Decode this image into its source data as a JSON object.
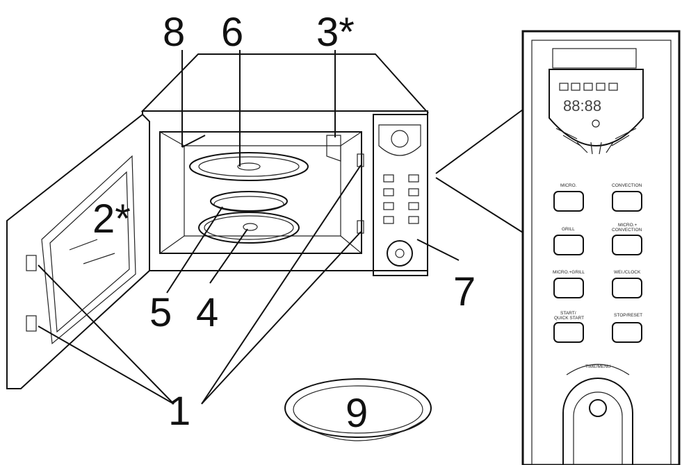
{
  "callouts": {
    "c1": "1",
    "c2": "2*",
    "c3": "3*",
    "c4": "4",
    "c5": "5",
    "c6": "6",
    "c7": "7",
    "c8": "8",
    "c9": "9"
  },
  "panel": {
    "buttons": [
      {
        "label": "MICRO."
      },
      {
        "label": "CONVECTION"
      },
      {
        "label": "GRILL"
      },
      {
        "label": "MICRO.+",
        "label2": "CONVECTION"
      },
      {
        "label": "MICRO.+GRILL"
      },
      {
        "label": "WEI./CLOCK"
      },
      {
        "label": "START/",
        "label2": "QUICK START"
      },
      {
        "label": "STOP/RESET"
      }
    ],
    "knob_label": "TIME/MENU"
  }
}
